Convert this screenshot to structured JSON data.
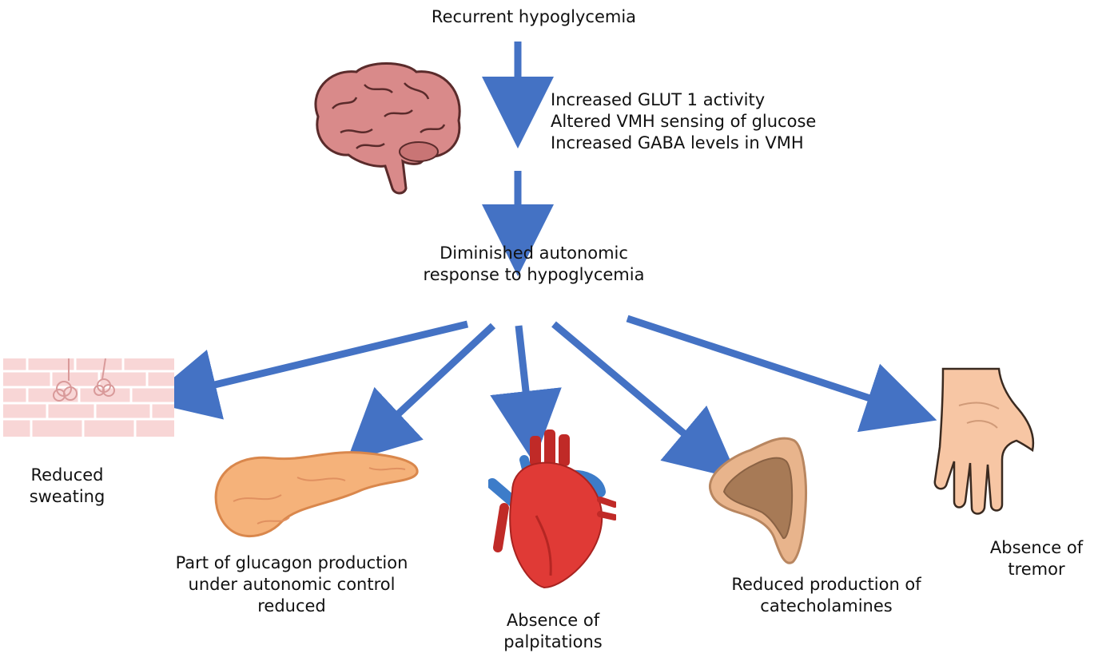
{
  "top_label": "Recurrent hypoglycemia",
  "mechanisms": [
    "Increased GLUT 1 activity",
    "Altered VMH sensing of glucose",
    "Increased GABA levels in VMH"
  ],
  "center_label": [
    "Diminished autonomic",
    "response to hypoglycemia"
  ],
  "outcomes": {
    "sweating": [
      "Reduced",
      "sweating"
    ],
    "glucagon": [
      "Part of glucagon production",
      "under autonomic control",
      "reduced"
    ],
    "palpitations": [
      "Absence of",
      "palpitations"
    ],
    "catecholamines": [
      "Reduced production of",
      "catecholamines"
    ],
    "tremor": [
      "Absence of",
      "tremor"
    ]
  },
  "colors": {
    "arrow": "#4472c4",
    "brain": "#d98a8a",
    "pancreas": "#f5b27a",
    "heart": "#e03a36",
    "vessel": "#3d7cc9",
    "adrenal": "#e8b48c",
    "hand": "#f7c6a4",
    "skin": "#f8d6d6"
  },
  "icons": [
    "brain-icon",
    "skin-icon",
    "pancreas-icon",
    "heart-icon",
    "adrenal-gland-icon",
    "hand-icon"
  ]
}
